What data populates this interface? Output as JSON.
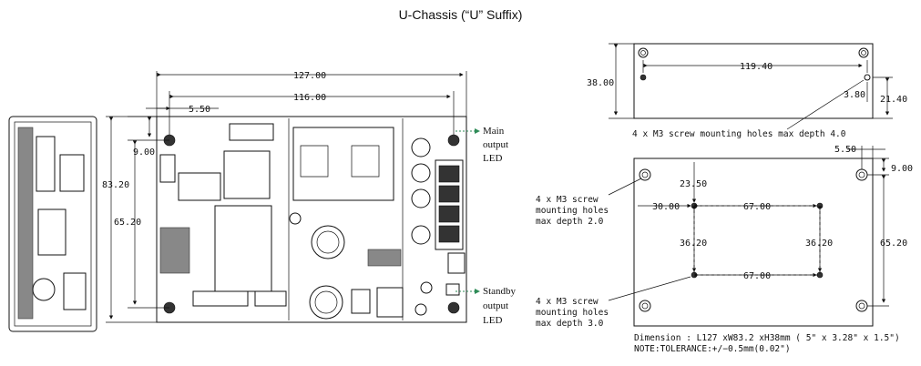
{
  "title": "U-Chassis (“U” Suffix)",
  "left_view": {
    "dims": {
      "overall_length": "127.00",
      "hole_spacing_length": "116.00",
      "hole_offset_x": "5.50",
      "hole_offset_y": "9.00",
      "overall_width": "83.20",
      "hole_spacing_width": "65.20"
    },
    "callouts": {
      "main_led_line1": "Main",
      "main_led_line2": "output",
      "main_led_line3": "LED",
      "standby_led_line1": "Standby",
      "standby_led_line2": "output",
      "standby_led_line3": "LED"
    }
  },
  "top_right_view": {
    "dims": {
      "height": "38.00",
      "hole_spacing": "119.40",
      "hole_from_bottom": "3.80",
      "hole_height": "21.40"
    },
    "note": "4 x M3 screw mounting holes max depth 4.0"
  },
  "bottom_right_view": {
    "dims": {
      "edge_x": "5.50",
      "edge_y": "9.00",
      "y_23": "23.50",
      "x_30": "30.00",
      "span_top": "67.00",
      "span_bottom": "67.00",
      "v_left": "36.20",
      "v_right": "36.20",
      "overall_h": "65.20"
    },
    "note_a_line1": "4 x M3 screw",
    "note_a_line2": "mounting holes",
    "note_a_line3": "max depth 2.0",
    "note_b_line1": "4 x M3 screw",
    "note_b_line2": "mounting holes",
    "note_b_line3": "max depth 3.0",
    "dimension_note": "Dimension : L127 xW83.2 xH38mm ( 5\" x 3.28\" x 1.5\")",
    "tolerance_note": "NOTE:TOLERANCE:+/−0.5mm(0.02\")"
  },
  "colors": {
    "led_arrow": "#2e8b57",
    "line": "#111111"
  }
}
